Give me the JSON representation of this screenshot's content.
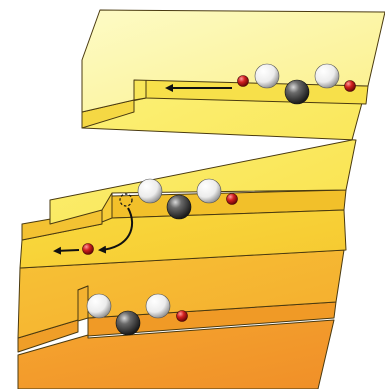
{
  "figure": {
    "description_elements": [
      "staircase-surface",
      "molecule-upper",
      "molecule-middle",
      "molecule-lower",
      "motion-arrow-upper",
      "hop-arrow-middle",
      "dashed-vacancy-marker"
    ]
  },
  "colors": {
    "top_terrace": "#fdf9a8",
    "upper_terrace": "#fbee6a",
    "middle_terrace": "#f8d93a",
    "lower_terrace": "#f6bf32",
    "bottom_terrace": "#f4a02e",
    "step_face_top": "#f7e04a",
    "step_face_mid": "#f2c02a",
    "step_face_low": "#ef9e28",
    "edge": "#4a3a10",
    "white_atom": "#f4f4f4",
    "dark_atom": "#3a3a3a",
    "red_atom": "#c01818",
    "arrow": "#111111"
  }
}
